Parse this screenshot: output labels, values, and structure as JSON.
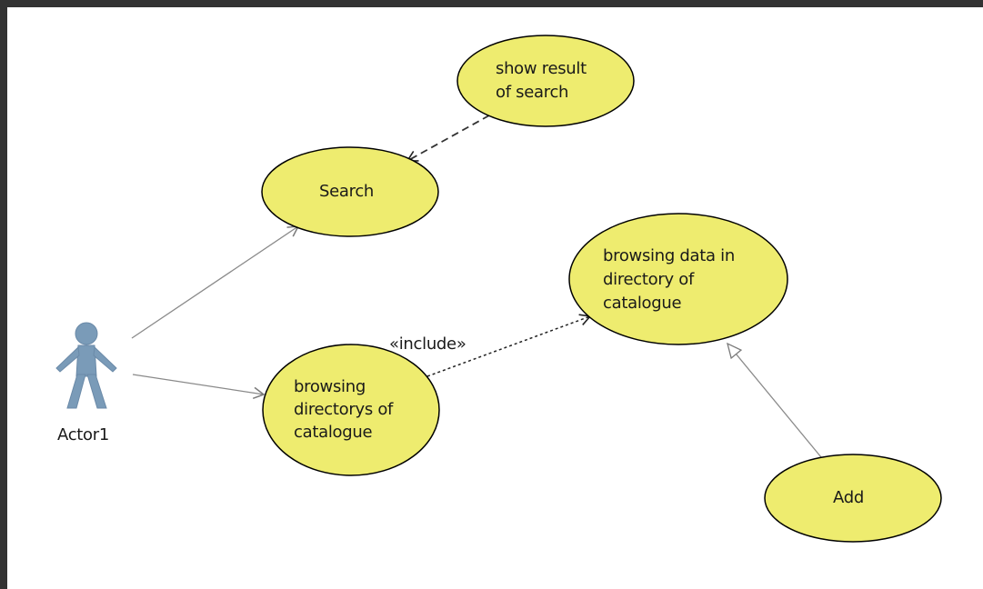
{
  "diagram": {
    "actor": {
      "label": "Actor1"
    },
    "use_cases": {
      "show_result": {
        "line1": "show result",
        "line2": "of search"
      },
      "search": {
        "label": "Search"
      },
      "browsing_data": {
        "line1": "browsing data in",
        "line2": "directory of",
        "line3": "catalogue"
      },
      "browsing_directorys": {
        "line1": "browsing",
        "line2": "directorys of",
        "line3": "catalogue"
      },
      "add": {
        "label": "Add"
      }
    },
    "relationships": {
      "include_stereotype": "«include»"
    },
    "colors": {
      "use_case_fill": "#eeec6f",
      "use_case_stroke": "#000000",
      "actor_fill": "#7a9bb8",
      "line": "#7a7a7a",
      "frame": "#333333"
    }
  }
}
